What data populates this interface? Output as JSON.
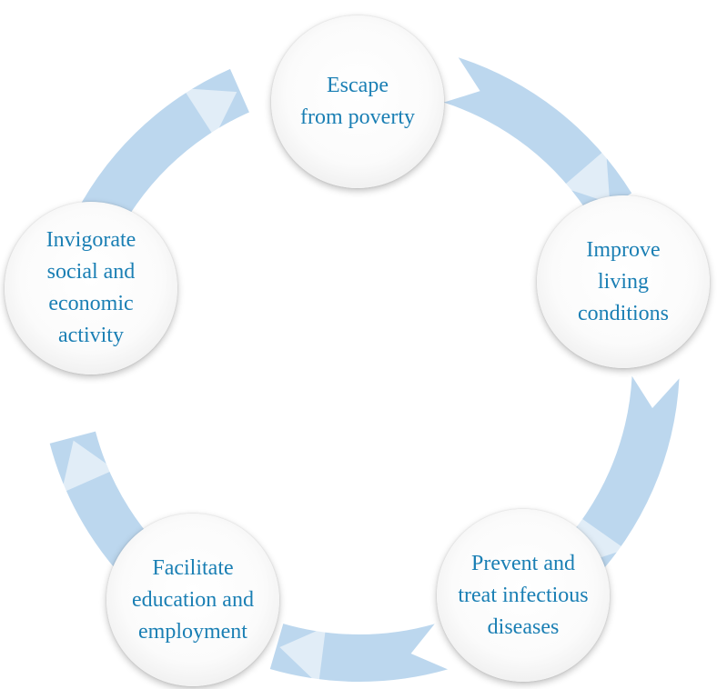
{
  "colors": {
    "arrow": "#bcd7ee",
    "node_text": "#1a7fb4",
    "background": "#ffffff"
  },
  "cycle": [
    {
      "label": "Escape\nfrom poverty"
    },
    {
      "label": "Improve\nliving\nconditions"
    },
    {
      "label": "Prevent and\ntreat infectious\ndiseases"
    },
    {
      "label": "Facilitate\neducation and\nemployment"
    },
    {
      "label": "Invigorate\nsocial and\neconomic\nactivity"
    }
  ]
}
